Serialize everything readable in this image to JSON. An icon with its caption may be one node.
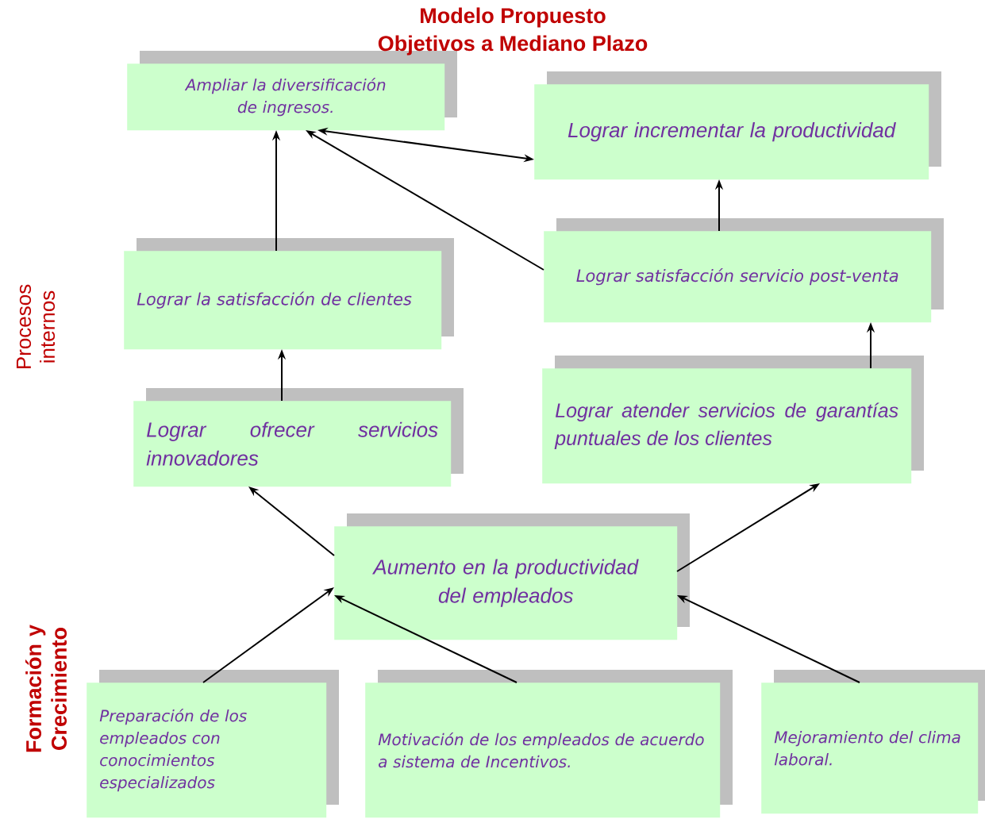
{
  "diagram": {
    "title": "Modelo Propuesto",
    "nodes": [
      {
        "text": [
          "Ampliar la diversificación de ingresos."
        ]
      },
      {
        "text": [
          "Lograr incrementar la productividad"
        ]
      },
      {
        "text": [
          "Lograr la satisfacción de clientes"
        ]
      },
      {
        "text": [
          "Lograr satisfacción servicio post-venta"
        ]
      },
      {
        "text": [
          "Lograr ofrecer servicios innovadores"
        ]
      },
      {
        "text": [
          "Lograr atender servicios de garantías puntuales de los clientes"
        ]
      },
      {
        "text": [
          "Aumento en la productividad del empleados"
        ]
      },
      {
        "text": [
          "Preparación de los empleados con conocimientos especializados"
        ]
      },
      {
        "text": [
          "Motivación de los empleados de acuerdo a sistema de Incentivos."
        ]
      },
      {
        "text": [
          "Mejoramiento del clima laboral."
        ]
      }
    ],
    "edges": [
      {
        "from": 2,
        "to": 0,
        "arrow": "to"
      },
      {
        "from": 0,
        "to": 1,
        "arrow": "both"
      },
      {
        "from": 3,
        "to": 0,
        "arrow": "to"
      },
      {
        "from": 3,
        "to": 1,
        "arrow": "to"
      },
      {
        "from": 4,
        "to": 2,
        "arrow": "to"
      },
      {
        "from": 5,
        "to": 3,
        "arrow": "to"
      },
      {
        "from": 6,
        "to": 4,
        "arrow": "to"
      },
      {
        "from": 6,
        "to": 5,
        "arrow": "to"
      },
      {
        "from": 7,
        "to": 6,
        "arrow": "to"
      },
      {
        "from": 8,
        "to": 6,
        "arrow": "to"
      },
      {
        "from": 9,
        "to": 6,
        "arrow": "to"
      }
    ],
    "labels": [
      "Objetivos a Mediano Plazo",
      "Procesos internos",
      "Formación y Crecimiento"
    ]
  }
}
